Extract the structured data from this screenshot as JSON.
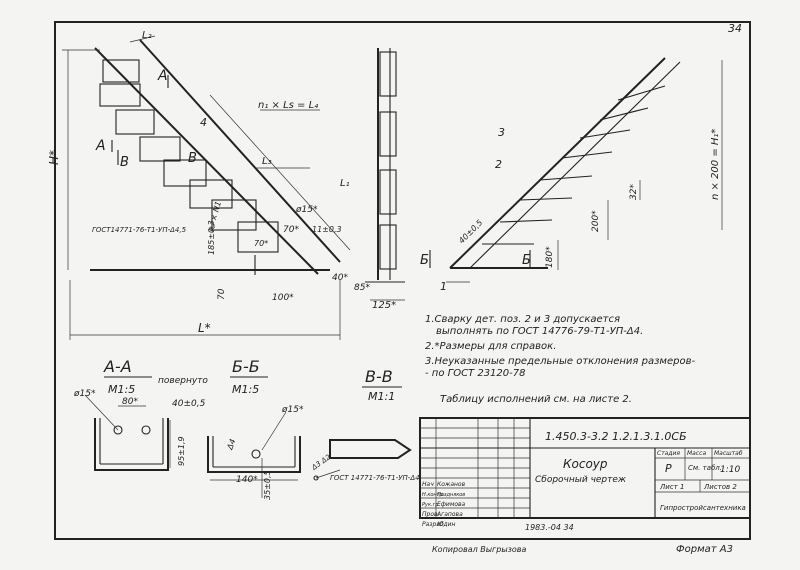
{
  "sheet_number": "34",
  "labels": {
    "L2": "L₂",
    "A_top": "A",
    "A_left": "A",
    "B_left": "В",
    "B_mid": "В",
    "H": "H*",
    "n1Ls": "n₁ × Ls = L₄",
    "L3": "L₃",
    "L1": "L₁",
    "pos4": "4",
    "gost_left": "ГОСТ14771-76-Т1-УП-Δ4,5",
    "n2N1": "n₂ × N1",
    "dim185": "185±0,3",
    "dim15": "ø15*",
    "dim11": "11±0,3",
    "dim70": "70*",
    "dim70b": "70*",
    "dim40": "40*",
    "dim100": "100*",
    "dim70c": "70",
    "L": "L*",
    "dim85": "85*",
    "dim125": "125*",
    "pos3": "3",
    "pos2": "2",
    "pos1": "1",
    "dim32": "32*",
    "dim200": "200*",
    "n200": "n × 200 = H₁*",
    "dim40_05": "40±0,5",
    "dim180": "180*",
    "B_right": "Б",
    "B_right2": "Б"
  },
  "notes": [
    "1.Сварку дет. поз. 2 и 3 допускается",
    "выполнять по ГОСТ 14776-79-Т1-УП-Δ4.",
    "2.*Размеры для справок.",
    "3.Неуказанные предельные отклонения размеров-",
    "- по ГОСТ 23120-78"
  ],
  "table_note": "Таблицу исполнений см. на листе 2.",
  "sections": {
    "aa_title": "А-А",
    "aa_turned": "повернуто",
    "aa_scale": "М1:5",
    "bb_title": "Б-Б",
    "bb_scale": "М1:5",
    "vv_title": "В-В",
    "vv_scale": "М1:1",
    "aa_d15": "ø15*",
    "aa_80": "80*",
    "aa_40": "40±0,5",
    "aa_95": "95±1,9",
    "bb_d15": "ø15*",
    "bb_140": "140*",
    "bb_35": "35±0,5",
    "bb_n4": "Δ4",
    "vv_gost": "ГОСТ 14771-76-Т1-УП-Δ4",
    "vv_weld": "Δ3 Δ2"
  },
  "title_block": {
    "doc_code": "1.450.3-3.2 1.2.1.3.1.0СБ",
    "name": "Косоур",
    "subtitle": "Сборочный чертеж",
    "stage_h": "Стадия",
    "mass_h": "Масса",
    "scale_h": "Масштаб",
    "stage": "Р",
    "mass": "См. табл.",
    "scale": "1:10",
    "sheet": "Лист 1",
    "sheets": "Листов 2",
    "org": "Гипростройсантехника",
    "roles": [
      {
        "role": "Нач",
        "name": "Кожанов"
      },
      {
        "role": "Н.контр.",
        "name": "Поздняков"
      },
      {
        "role": "Рук.гр.",
        "name": "Ефимова"
      },
      {
        "role": "Пров.",
        "name": "Агапова"
      },
      {
        "role": "Разраб.",
        "name": "Юдин"
      }
    ],
    "date": "1983.-04 34"
  },
  "footer": {
    "copied": "Копировал Выгрызова",
    "format": "Формат А3"
  }
}
